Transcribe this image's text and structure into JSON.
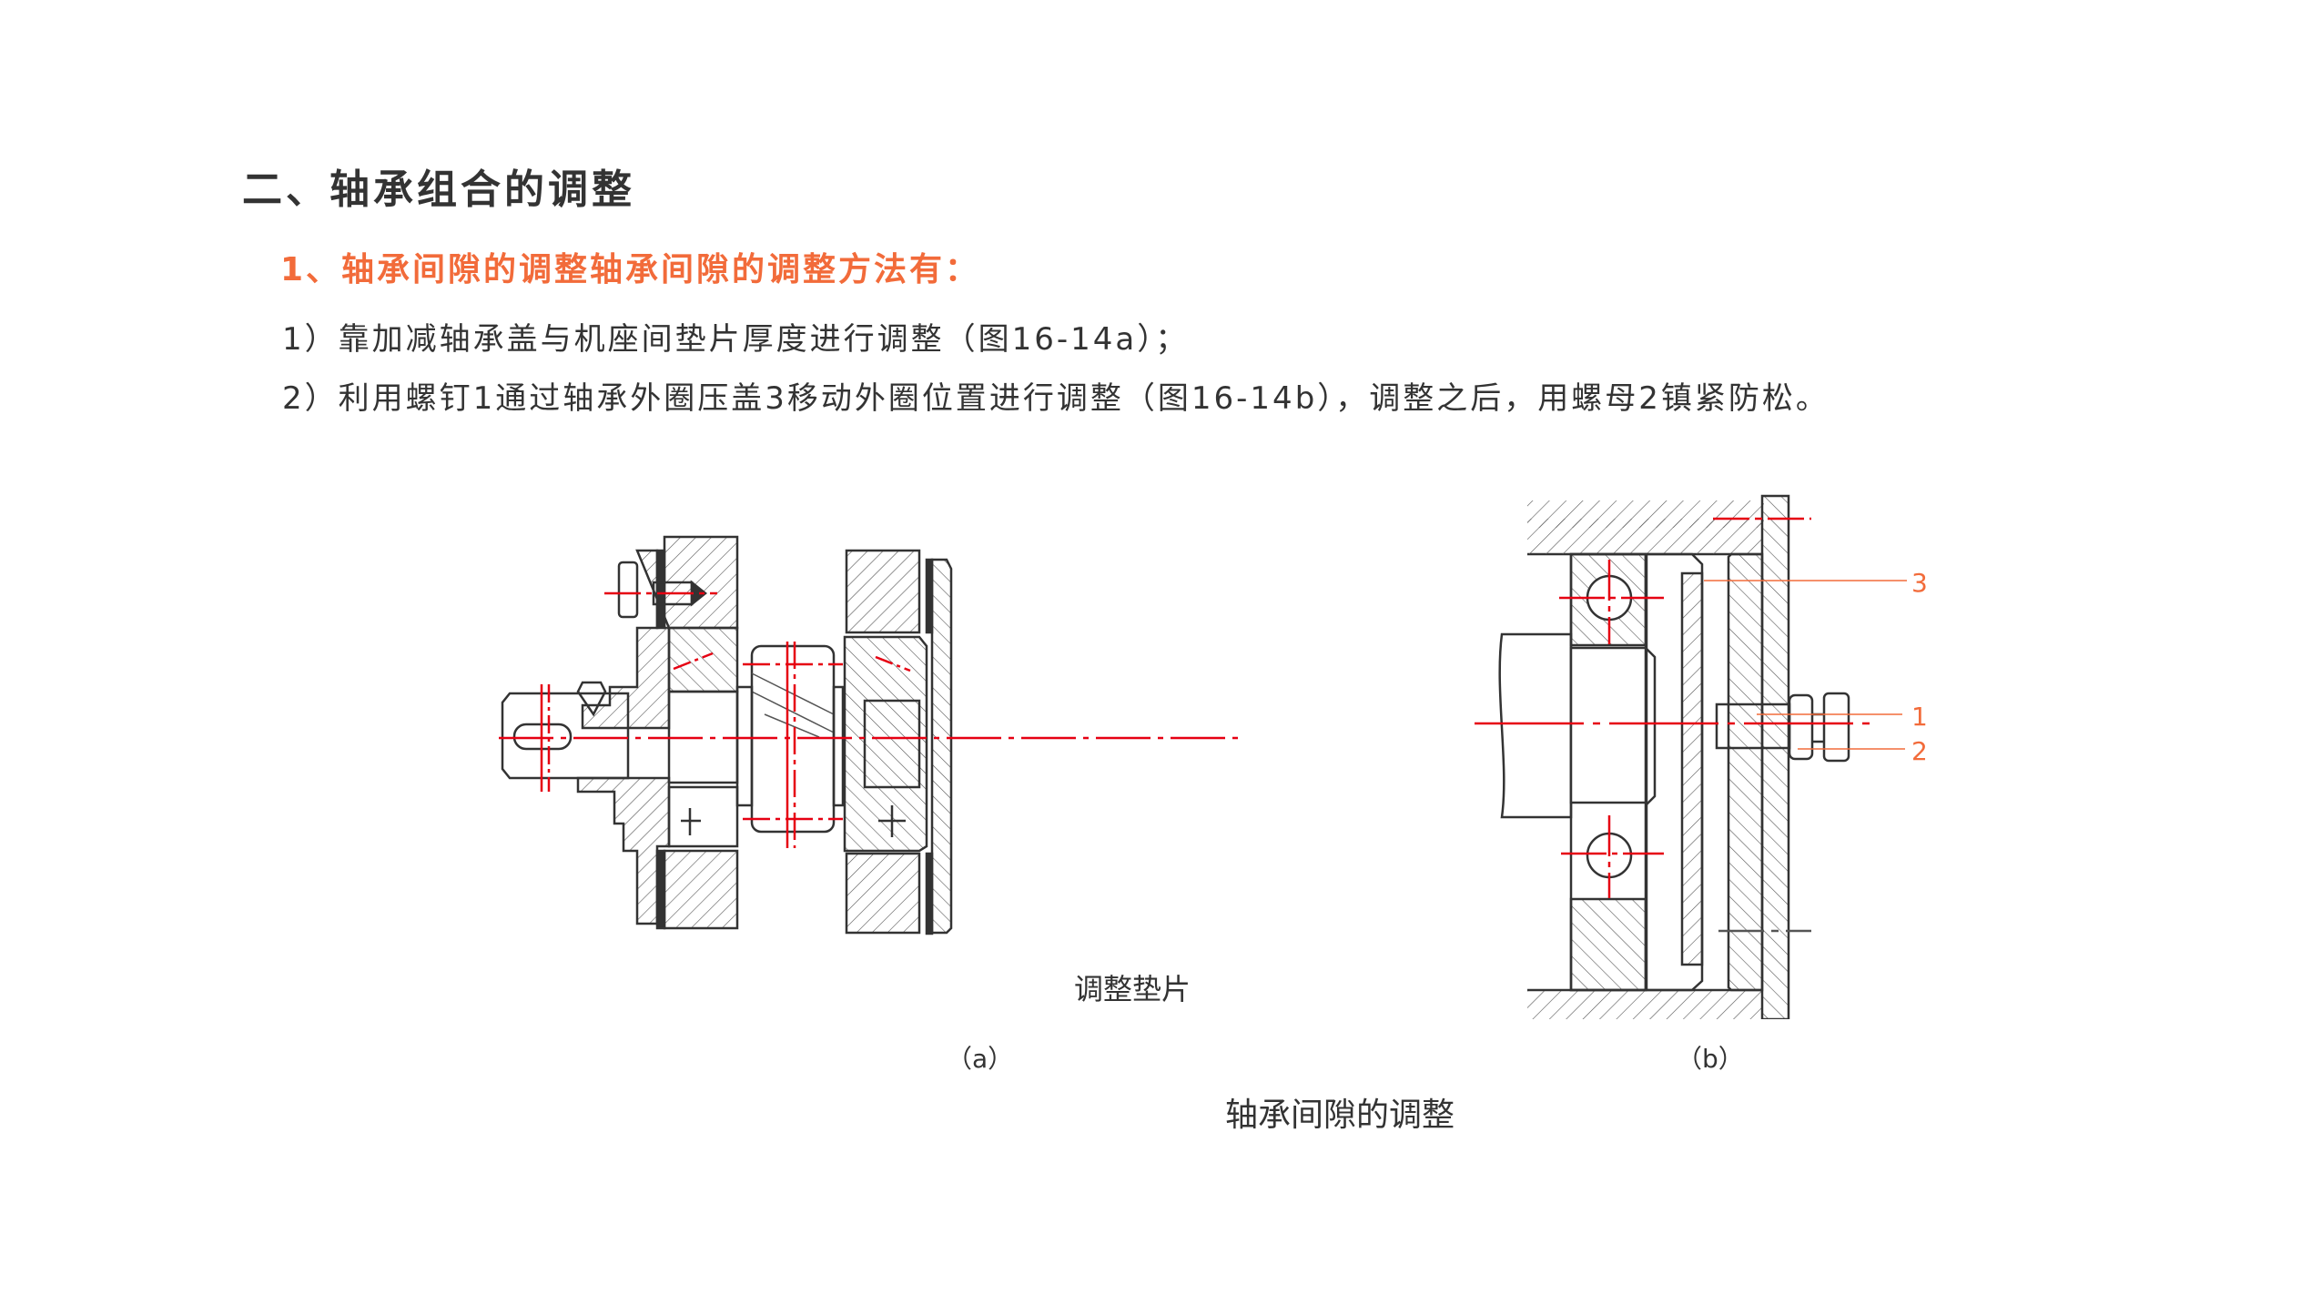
{
  "section": {
    "heading": "二、轴承组合的调整",
    "subheading": "1、轴承间隙的调整轴承间隙的调整方法有：",
    "paragraphs": [
      "1）靠加减轴承盖与机座间垫片厚度进行调整（图16-14a）；",
      "2）利用螺钉1通过轴承外圈压盖3移动外圈位置进行调整（图16-14b），调整之后，用螺母2镇紧防松。"
    ]
  },
  "figure": {
    "shim_label": "调整垫片",
    "subfigure_a_label": "（a）",
    "subfigure_b_label": "（b）",
    "caption": "轴承间隙的调整",
    "callouts": [
      "3",
      "1",
      "2"
    ]
  },
  "colors": {
    "heading": "#333333",
    "accent": "#f26b3a",
    "centerline": "#e60012",
    "outline": "#333333"
  }
}
